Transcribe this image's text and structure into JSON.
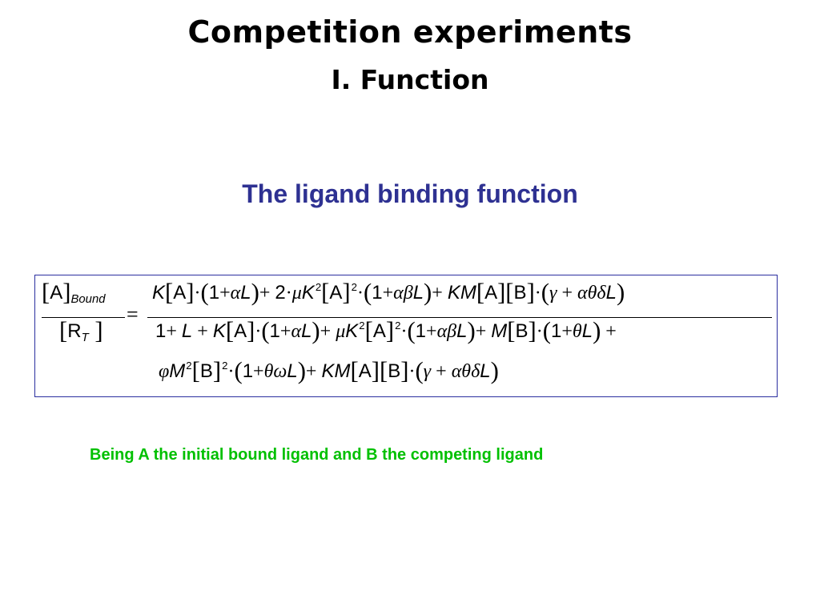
{
  "slide": {
    "title_line1": "Competition experiments",
    "title_line2": "I. Function",
    "subtitle": "The ligand binding  function",
    "caption": "Being A the initial bound ligand and B the competing ligand"
  },
  "equation": {
    "lhs_numerator": "[A]Bound",
    "lhs_denominator": "[RT]",
    "numerator": "K[A]·(1+αL)+2·μK²[A]²·(1+αβL)+KM[A][B]·(γ+αθδL)",
    "denominator_line1": "1+L+K[A]·(1+αL)+μK²[A]²·(1+αβL)+M[B]·(1+θL)+",
    "denominator_line2": "φM²[B]²·(1+θωL)+KM[A][B]·(γ+αθδL)"
  },
  "colors": {
    "title": "#000000",
    "subtitle": "#2e3192",
    "caption": "#00c000",
    "equation_border": "#2b2fa0"
  }
}
